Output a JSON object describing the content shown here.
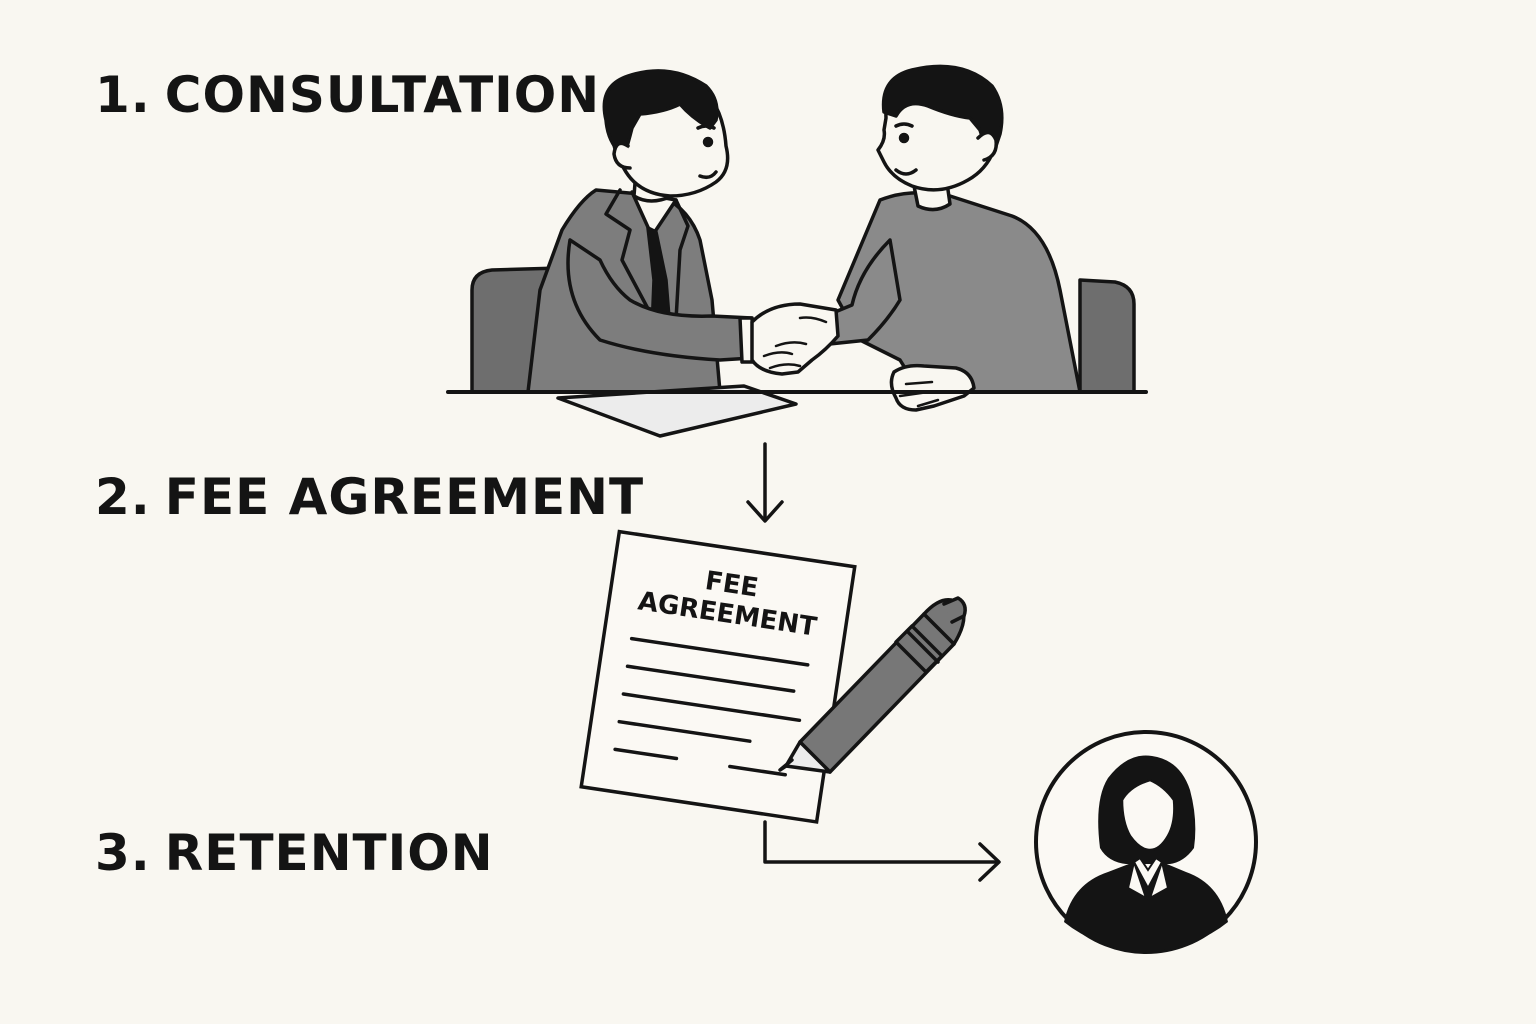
{
  "steps": [
    {
      "number": "1.",
      "title": "CONSULTATION"
    },
    {
      "number": "2.",
      "title": "FEE AGREEMENT"
    },
    {
      "number": "3.",
      "title": "RETENTION"
    }
  ],
  "document": {
    "title_line1": "FEE",
    "title_line2": "AGREEMENT"
  },
  "colors": {
    "background": "#f9f7f1",
    "ink": "#141414",
    "suit_gray": "#7d7d7d",
    "sweater_gray": "#8a8a8a",
    "chair_gray": "#6e6e6e"
  },
  "icons": {
    "consultation": "handshake-icon",
    "agreement": "signed-document-icon",
    "retention": "attorney-avatar-icon"
  }
}
